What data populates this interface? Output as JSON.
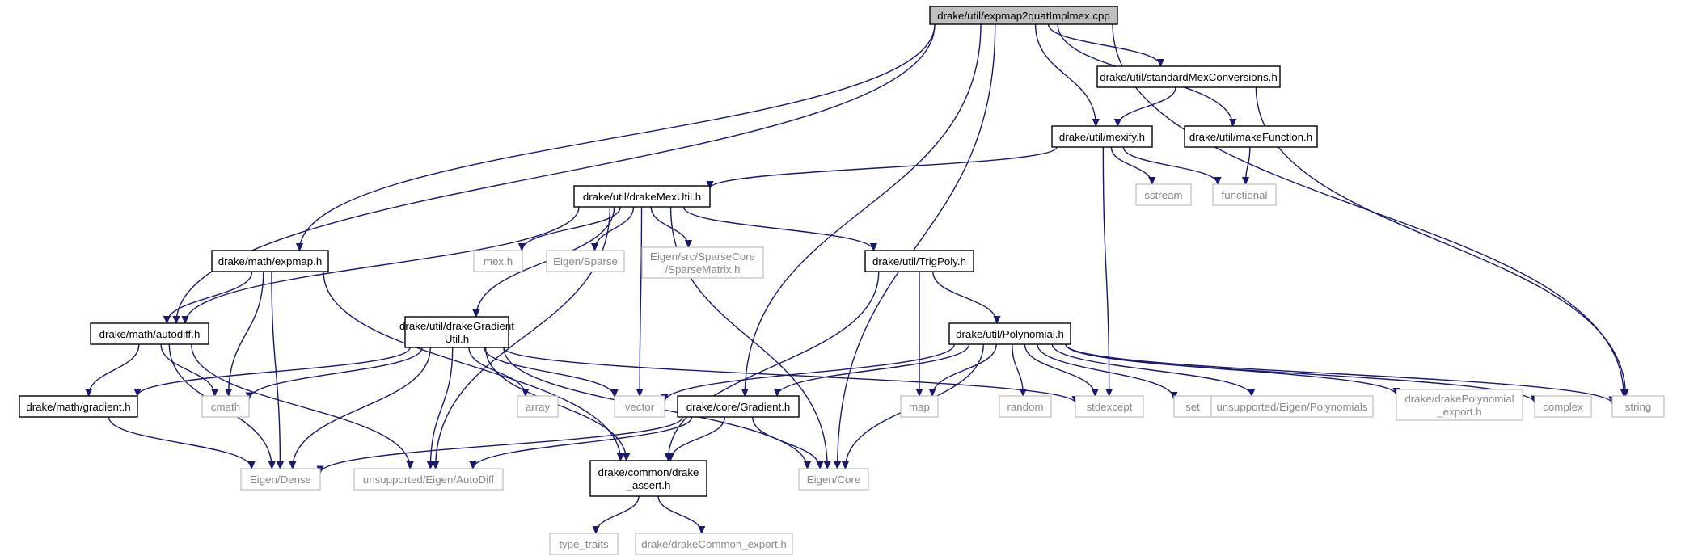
{
  "colors": {
    "edge": "#191970",
    "root_fill": "#bfbfbf",
    "internal_border": "#000000",
    "external_border": "#bfbfbf",
    "external_text": "#888888"
  },
  "nodes": [
    {
      "id": "root",
      "kind": "root",
      "lines": [
        "drake/util/expmap2quatImplmex.cpp"
      ]
    },
    {
      "id": "smc",
      "kind": "internal",
      "lines": [
        "drake/util/standardMexConversions.h"
      ]
    },
    {
      "id": "mexify",
      "kind": "internal",
      "lines": [
        "drake/util/mexify.h"
      ]
    },
    {
      "id": "makeFunction",
      "kind": "internal",
      "lines": [
        "drake/util/makeFunction.h"
      ]
    },
    {
      "id": "sstream",
      "kind": "external",
      "lines": [
        "sstream"
      ]
    },
    {
      "id": "functional",
      "kind": "external",
      "lines": [
        "functional"
      ]
    },
    {
      "id": "dmu",
      "kind": "internal",
      "lines": [
        "drake/util/drakeMexUtil.h"
      ]
    },
    {
      "id": "mexh",
      "kind": "external",
      "lines": [
        "mex.h"
      ]
    },
    {
      "id": "eigsparse",
      "kind": "external",
      "lines": [
        "Eigen/Sparse"
      ]
    },
    {
      "id": "sparsematrix",
      "kind": "external",
      "lines": [
        "Eigen/src/SparseCore",
        "/SparseMatrix.h"
      ]
    },
    {
      "id": "trigpoly",
      "kind": "internal",
      "lines": [
        "drake/util/TrigPoly.h"
      ]
    },
    {
      "id": "expmap",
      "kind": "internal",
      "lines": [
        "drake/math/expmap.h"
      ]
    },
    {
      "id": "dgu",
      "kind": "internal",
      "lines": [
        "drake/util/drakeGradient",
        "Util.h"
      ]
    },
    {
      "id": "polynomial",
      "kind": "internal",
      "lines": [
        "drake/util/Polynomial.h"
      ]
    },
    {
      "id": "autodiff",
      "kind": "internal",
      "lines": [
        "drake/math/autodiff.h"
      ]
    },
    {
      "id": "gradient",
      "kind": "internal",
      "lines": [
        "drake/math/gradient.h"
      ]
    },
    {
      "id": "cmath",
      "kind": "external",
      "lines": [
        "cmath"
      ]
    },
    {
      "id": "array",
      "kind": "external",
      "lines": [
        "array"
      ]
    },
    {
      "id": "vector",
      "kind": "external",
      "lines": [
        "vector"
      ]
    },
    {
      "id": "coregradient",
      "kind": "internal",
      "lines": [
        "drake/core/Gradient.h"
      ]
    },
    {
      "id": "map",
      "kind": "external",
      "lines": [
        "map"
      ]
    },
    {
      "id": "random",
      "kind": "external",
      "lines": [
        "random"
      ]
    },
    {
      "id": "stdexcept",
      "kind": "external",
      "lines": [
        "stdexcept"
      ]
    },
    {
      "id": "set",
      "kind": "external",
      "lines": [
        "set"
      ]
    },
    {
      "id": "uepoly",
      "kind": "external",
      "lines": [
        "unsupported/Eigen/Polynomials"
      ]
    },
    {
      "id": "dpexport",
      "kind": "external",
      "lines": [
        "drake/drakePolynomial",
        "_export.h"
      ]
    },
    {
      "id": "complex",
      "kind": "external",
      "lines": [
        "complex"
      ]
    },
    {
      "id": "string",
      "kind": "external",
      "lines": [
        "string"
      ]
    },
    {
      "id": "eigdense",
      "kind": "external",
      "lines": [
        "Eigen/Dense"
      ]
    },
    {
      "id": "ueautodiff",
      "kind": "external",
      "lines": [
        "unsupported/Eigen/AutoDiff"
      ]
    },
    {
      "id": "drakeassert",
      "kind": "internal",
      "lines": [
        "drake/common/drake",
        "_assert.h"
      ]
    },
    {
      "id": "eigcore",
      "kind": "external",
      "lines": [
        "Eigen/Core"
      ]
    },
    {
      "id": "typetraits",
      "kind": "external",
      "lines": [
        "type_traits"
      ]
    },
    {
      "id": "dcexport",
      "kind": "external",
      "lines": [
        "drake/drakeCommon_export.h"
      ]
    }
  ],
  "edges": [
    [
      "root",
      "smc"
    ],
    [
      "root",
      "mexify"
    ],
    [
      "root",
      "makeFunction"
    ],
    [
      "root",
      "expmap"
    ],
    [
      "root",
      "autodiff"
    ],
    [
      "root",
      "coregradient"
    ],
    [
      "root",
      "eigcore"
    ],
    [
      "root",
      "string"
    ],
    [
      "smc",
      "mexify"
    ],
    [
      "smc",
      "string"
    ],
    [
      "mexify",
      "dmu"
    ],
    [
      "mexify",
      "sstream"
    ],
    [
      "mexify",
      "functional"
    ],
    [
      "mexify",
      "stdexcept"
    ],
    [
      "makeFunction",
      "functional"
    ],
    [
      "dmu",
      "mexh"
    ],
    [
      "dmu",
      "eigsparse"
    ],
    [
      "dmu",
      "sparsematrix"
    ],
    [
      "dmu",
      "trigpoly"
    ],
    [
      "dmu",
      "dgu"
    ],
    [
      "dmu",
      "autodiff"
    ],
    [
      "dmu",
      "vector"
    ],
    [
      "dmu",
      "ueautodiff"
    ],
    [
      "dmu",
      "eigcore"
    ],
    [
      "trigpoly",
      "polynomial"
    ],
    [
      "trigpoly",
      "map"
    ],
    [
      "trigpoly",
      "drakeassert"
    ],
    [
      "expmap",
      "autodiff"
    ],
    [
      "expmap",
      "cmath"
    ],
    [
      "expmap",
      "eigdense"
    ],
    [
      "expmap",
      "drakeassert"
    ],
    [
      "dgu",
      "gradient"
    ],
    [
      "dgu",
      "cmath"
    ],
    [
      "dgu",
      "array"
    ],
    [
      "dgu",
      "vector"
    ],
    [
      "dgu",
      "eigdense"
    ],
    [
      "dgu",
      "ueautodiff"
    ],
    [
      "dgu",
      "drakeassert"
    ],
    [
      "dgu",
      "eigcore"
    ],
    [
      "dgu",
      "stdexcept"
    ],
    [
      "polynomial",
      "vector"
    ],
    [
      "polynomial",
      "coregradient"
    ],
    [
      "polynomial",
      "map"
    ],
    [
      "polynomial",
      "random"
    ],
    [
      "polynomial",
      "stdexcept"
    ],
    [
      "polynomial",
      "set"
    ],
    [
      "polynomial",
      "uepoly"
    ],
    [
      "polynomial",
      "dpexport"
    ],
    [
      "polynomial",
      "complex"
    ],
    [
      "polynomial",
      "string"
    ],
    [
      "polynomial",
      "eigcore"
    ],
    [
      "autodiff",
      "gradient"
    ],
    [
      "autodiff",
      "cmath"
    ],
    [
      "autodiff",
      "eigdense"
    ],
    [
      "autodiff",
      "ueautodiff"
    ],
    [
      "gradient",
      "eigdense"
    ],
    [
      "coregradient",
      "eigdense"
    ],
    [
      "coregradient",
      "ueautodiff"
    ],
    [
      "coregradient",
      "drakeassert"
    ],
    [
      "coregradient",
      "eigcore"
    ],
    [
      "drakeassert",
      "typetraits"
    ],
    [
      "drakeassert",
      "dcexport"
    ]
  ]
}
